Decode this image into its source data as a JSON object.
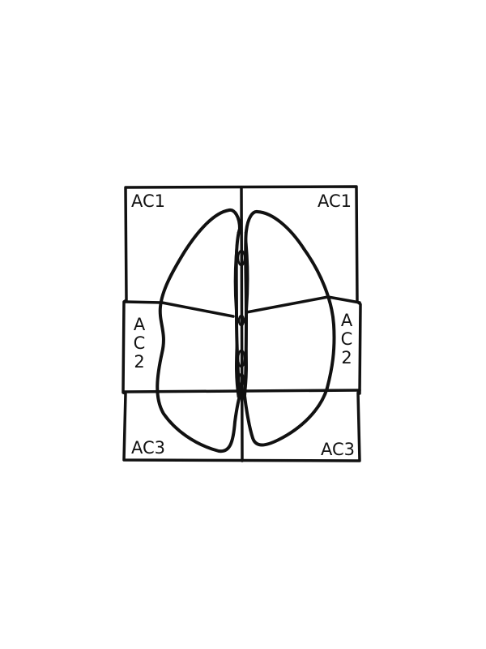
{
  "diagram": {
    "labels": {
      "top_left": "AC1",
      "top_right": "AC1",
      "mid_left": [
        "A",
        "C",
        "2"
      ],
      "mid_right": [
        "A",
        "C",
        "2"
      ],
      "bottom_left": "AC3",
      "bottom_right": "AC3"
    },
    "colors": {
      "line": "#111111",
      "background": "#ffffff"
    }
  }
}
